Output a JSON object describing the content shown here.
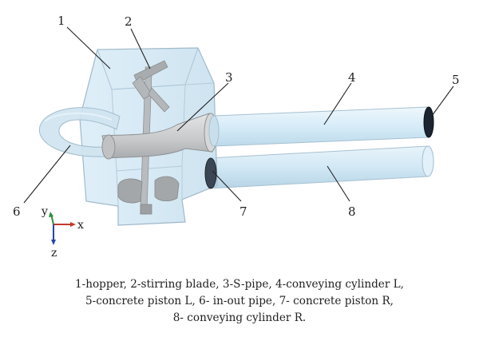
{
  "diagram": {
    "callouts": [
      "1",
      "2",
      "3",
      "4",
      "5",
      "6",
      "7",
      "8"
    ],
    "axes": {
      "x": "x",
      "y": "y",
      "z": "z"
    },
    "colors": {
      "hopper": "#d4e8f4",
      "hopper_edge": "#9fb9c9",
      "cylinder": "#d9edf8",
      "cylinder_edge": "#a7c1d0",
      "spipe": "#cbcdcf",
      "piston": "#1b2430",
      "axis_x": "#c0392b",
      "axis_y": "#2e8b3a",
      "axis_z": "#2446a8"
    }
  },
  "caption": {
    "line1": "1-hopper, 2-stirring blade, 3-S-pipe, 4-conveying cylinder L,",
    "line2": "5-concrete piston L, 6- in-out pipe, 7- concrete piston R,",
    "line3": "8- conveying cylinder R."
  }
}
